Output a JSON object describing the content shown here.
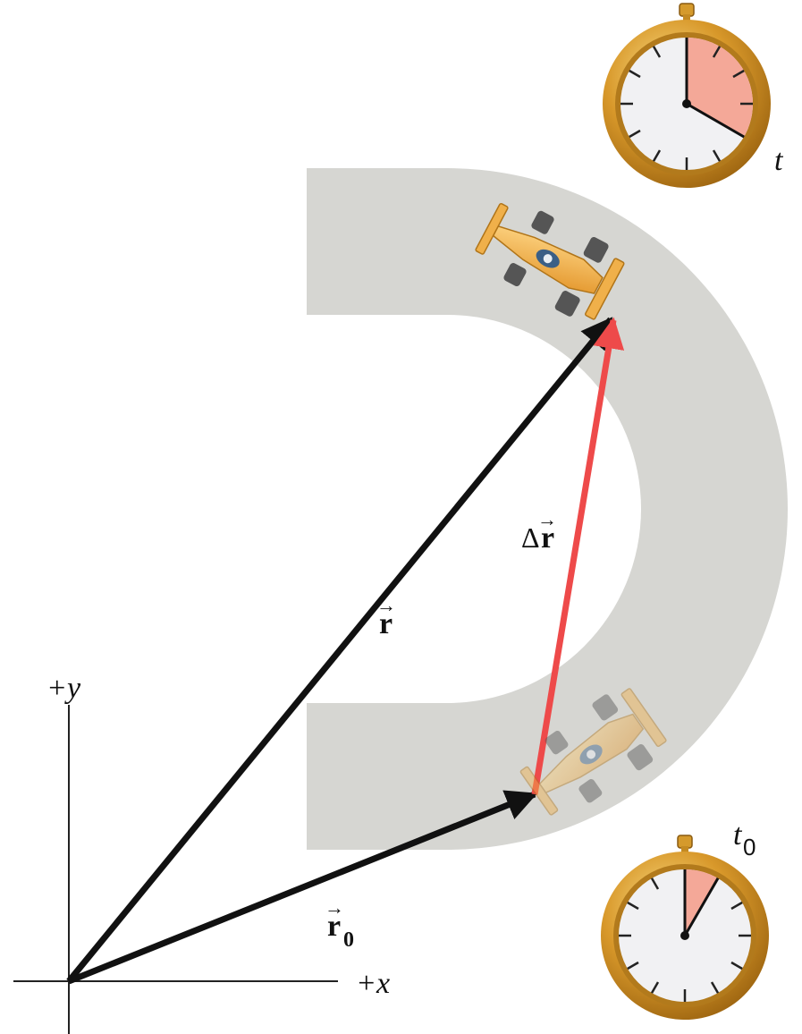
{
  "labels": {
    "y_axis": "+y",
    "x_axis": "+x",
    "r": "r",
    "r0_base": "r",
    "r0_sub": "0",
    "delta_r_prefix": "Δ",
    "delta_r": "r",
    "arrow_mark": "→",
    "t": "t",
    "t0_base": "t",
    "t0_sub": "0"
  },
  "colors": {
    "track": "#d6d6d2",
    "vector": "#111111",
    "displacement": "#ee4a4a",
    "clock_case": "#d59a2c",
    "clock_face": "#f1f1f3",
    "clock_sector": "#f4a898",
    "car_body": "#f0b04a",
    "car_tire": "#555555"
  },
  "icons": {
    "top_clock": "stopwatch-icon",
    "bottom_clock": "stopwatch-icon",
    "car_final": "race-car-icon",
    "car_initial": "race-car-faded-icon"
  }
}
